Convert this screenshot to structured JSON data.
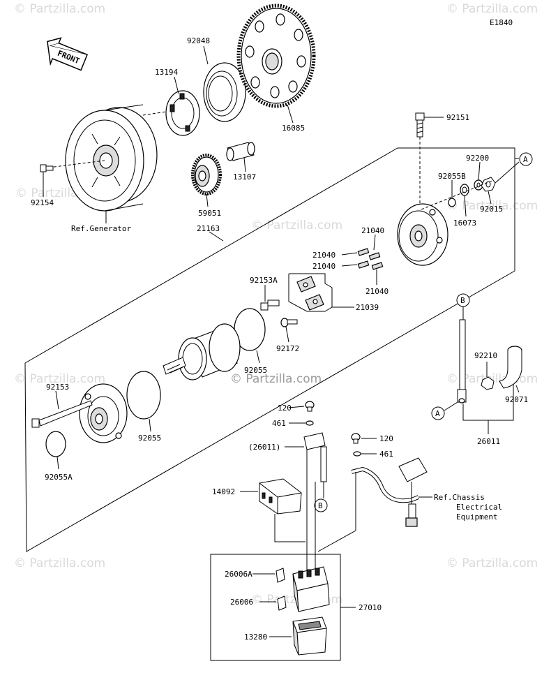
{
  "diagram_code": "E1840",
  "front_arrow_text": "FRONT",
  "watermark": "© Partzilla.com",
  "parts": {
    "p92048": "92048",
    "p13194": "13194",
    "p16085": "16085",
    "p13107": "13107",
    "p59051": "59051",
    "p92154": "92154",
    "ref_generator": "Ref.Generator",
    "p21163": "21163",
    "p92151": "92151",
    "p92200": "92200",
    "p92055B": "92055B",
    "p92015": "92015",
    "p16073": "16073",
    "p21040_a": "21040",
    "p21040_b": "21040",
    "p21040_c": "21040",
    "p21040_d": "21040",
    "p92153A": "92153A",
    "p21039": "21039",
    "p92172": "92172",
    "p92055_a": "92055",
    "p92055_b": "92055",
    "p92153": "92153",
    "p92055A": "92055A",
    "p92210": "92210",
    "p92071": "92071",
    "p26011": "26011",
    "p120_a": "120",
    "p461_a": "461",
    "p26011_paren": "(26011)",
    "p120_b": "120",
    "p461_b": "461",
    "p14092": "14092",
    "ref_chassis_1": "Ref.Chassis",
    "ref_chassis_2": "Electrical",
    "ref_chassis_3": "Equipment",
    "p26006A": "26006A",
    "p26006": "26006",
    "p27010": "27010",
    "p13280": "13280"
  },
  "callouts": {
    "a1": "A",
    "a2": "A",
    "b1": "B",
    "b2": "B"
  }
}
